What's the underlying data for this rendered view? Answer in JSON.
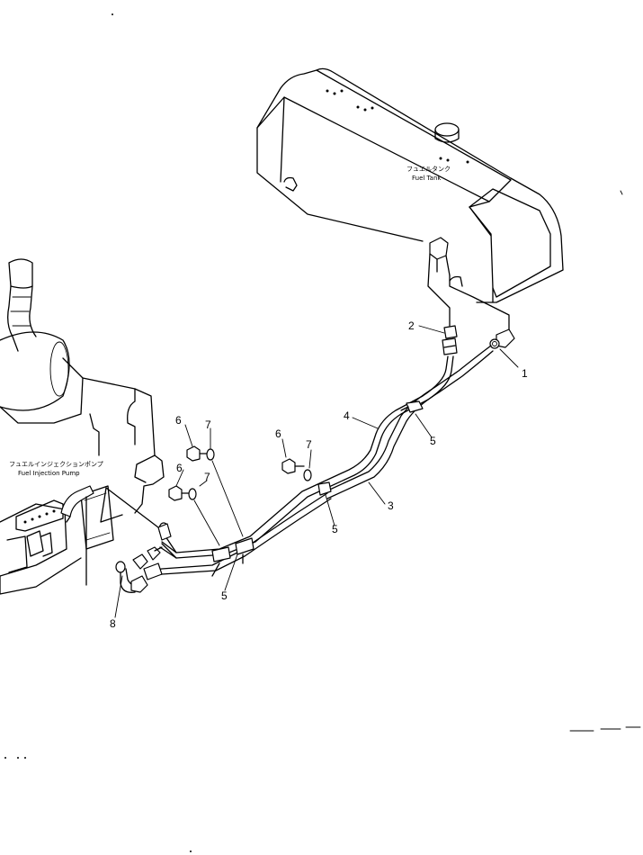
{
  "labels": {
    "fuel_tank_jp": "フュエルタンク",
    "fuel_tank_en": "Fuel Tank",
    "pump_jp": "フュエルインジェクションポンプ",
    "pump_en": "Fuel Injection Pump"
  },
  "callouts": {
    "c1": "1",
    "c2": "2",
    "c3": "3",
    "c4": "4",
    "c5a": "5",
    "c5b": "5",
    "c5c": "5",
    "c6a": "6",
    "c6b": "6",
    "c6c": "6",
    "c7a": "7",
    "c7b": "7",
    "c7c": "7",
    "c8": "8"
  }
}
